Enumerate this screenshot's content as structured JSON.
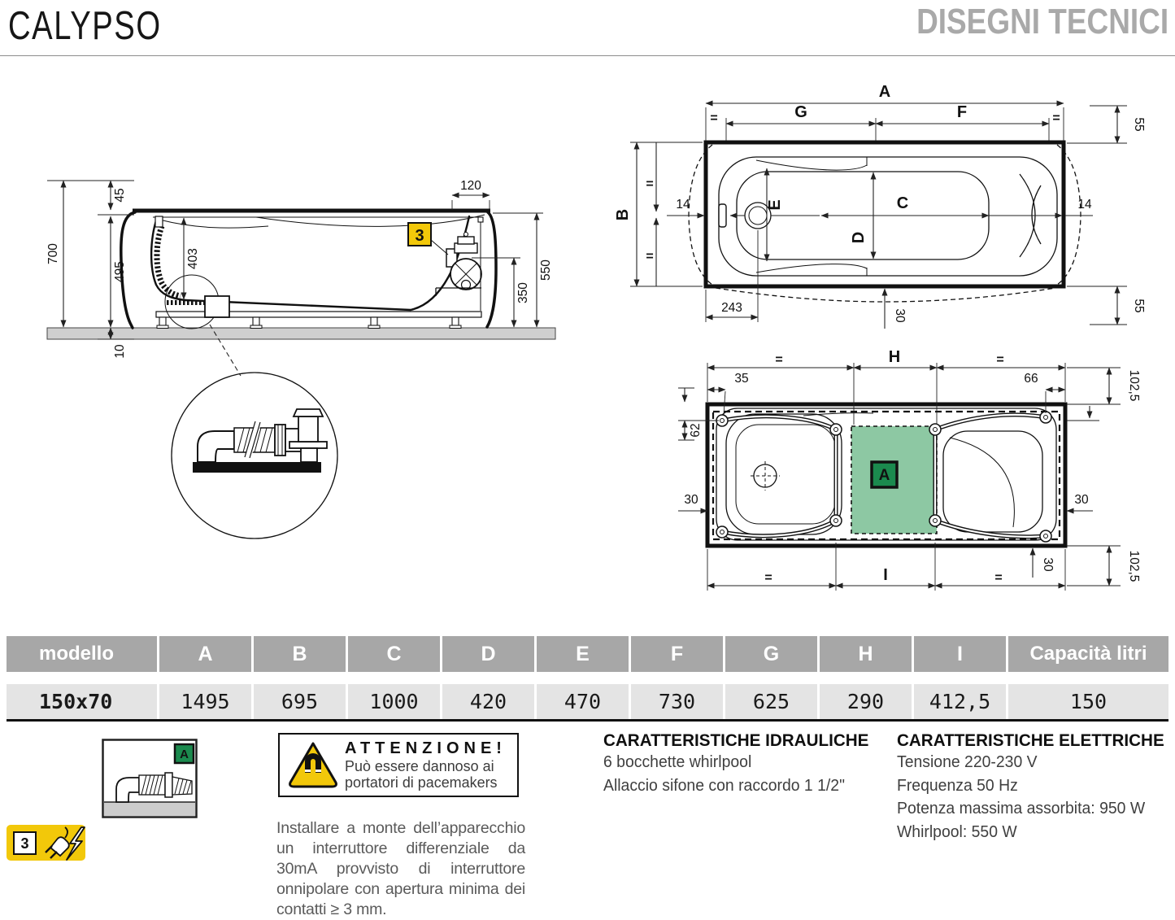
{
  "header": {
    "title": "CALYPSO",
    "subtitle": "DISEGNI TECNICI"
  },
  "side_view": {
    "badge": "3",
    "d_total_height": "700",
    "d_rim_offset": "45",
    "d_front_height": "495",
    "d_depth": "403",
    "d_floor": "10",
    "d_overflow_offset": "120",
    "d_back_height": "550",
    "d_pump_height": "350"
  },
  "plan_top": {
    "len_total": "A",
    "len_left": "G",
    "len_right": "F",
    "width_total": "B",
    "len_inner": "C",
    "width_inner": "D",
    "width_seat": "E",
    "eq": "=",
    "d14_left": "14",
    "d14_right": "14",
    "d55_top": "55",
    "d55_bottom": "55",
    "d243": "243",
    "d30": "30"
  },
  "plan_bottom": {
    "len_top": "H",
    "len_bottom": "I",
    "area_label": "A",
    "eq": "=",
    "d35": "35",
    "d66": "66",
    "d62": "62",
    "d30_left": "30",
    "d30_right": "30",
    "d30_bottom": "30",
    "d102_top": "102,5",
    "d102_bottom": "102,5"
  },
  "table": {
    "headers": [
      "modello",
      "A",
      "B",
      "C",
      "D",
      "E",
      "F",
      "G",
      "H",
      "I",
      "Capacità litri"
    ],
    "row": [
      "150x70",
      "1495",
      "695",
      "1000",
      "420",
      "470",
      "730",
      "625",
      "290",
      "412,5",
      "150"
    ]
  },
  "notes": {
    "attention_title": "ATTENZIONE!",
    "attention_lines": [
      "Può essere dannoso ai",
      "portatori di pacemakers"
    ],
    "install_note": "Installare a monte dell’apparecchio un interruttore differenziale da 30mA provvisto di interruttore onnipolare con apertura minima dei contatti ≥ 3 mm.",
    "hydraulic_title": "CARATTERISTICHE IDRAULICHE",
    "hydraulic_lines": [
      "6 bocchette whirlpool",
      "Allaccio sifone con raccordo 1 1/2\""
    ],
    "electric_title": "CARATTERISTICHE ELETTRICHE",
    "electric_lines": [
      "Tensione 220-230 V",
      "Frequenza 50 Hz",
      "Potenza massima assorbita: 950 W",
      "Whirlpool: 550 W"
    ],
    "badge3": "3",
    "detail_badge": "A"
  },
  "colors": {
    "subtitle_gray": "#a9a9a9",
    "table_header": "#a7a7a7",
    "table_row": "#e4e4e4",
    "yellow": "#f2c80a",
    "green_fill": "#8dc8a3",
    "green_badge": "#1b8a4e"
  }
}
